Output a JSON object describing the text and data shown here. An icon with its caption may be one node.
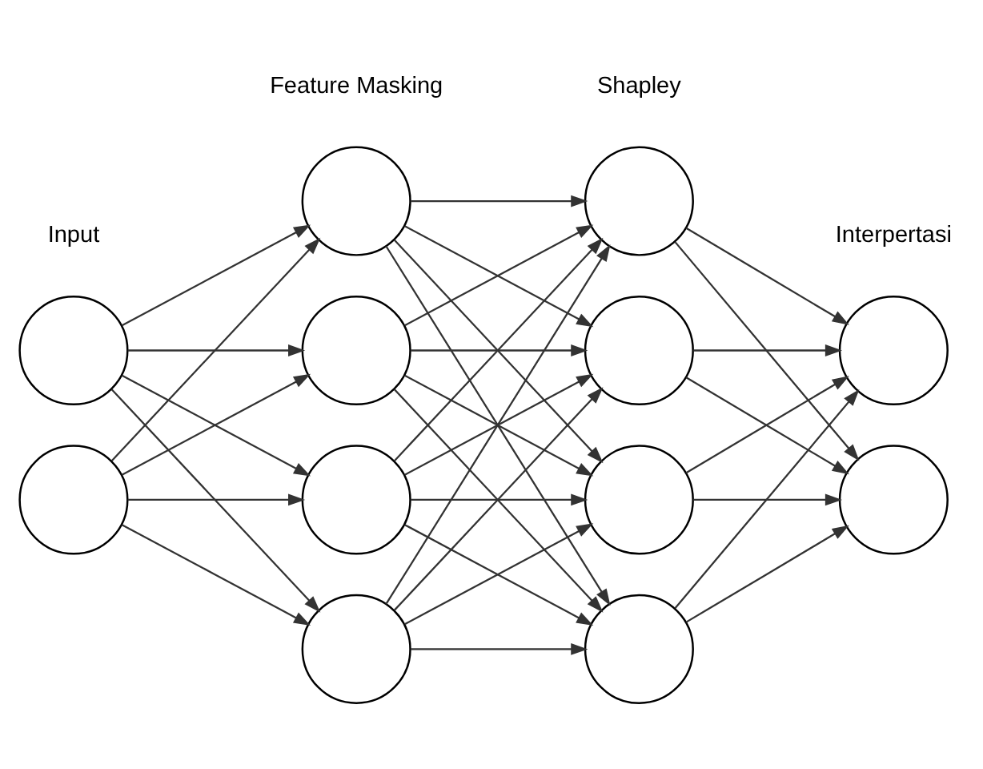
{
  "diagram": {
    "nodes": [
      {
        "text": [],
        "shape": "circle"
      },
      {
        "text": [],
        "shape": "circle"
      },
      {
        "text": [],
        "shape": "circle"
      },
      {
        "text": [],
        "shape": "circle"
      },
      {
        "text": [],
        "shape": "circle"
      },
      {
        "text": [],
        "shape": "circle"
      },
      {
        "text": [],
        "shape": "circle"
      },
      {
        "text": [],
        "shape": "circle"
      },
      {
        "text": [],
        "shape": "circle"
      },
      {
        "text": [],
        "shape": "circle"
      },
      {
        "text": [],
        "shape": "circle"
      },
      {
        "text": [],
        "shape": "circle"
      }
    ],
    "edges": [
      {
        "from": 0,
        "to": 2,
        "arrow": "to"
      },
      {
        "from": 0,
        "to": 3,
        "arrow": "to"
      },
      {
        "from": 0,
        "to": 4,
        "arrow": "to"
      },
      {
        "from": 0,
        "to": 5,
        "arrow": "to"
      },
      {
        "from": 1,
        "to": 2,
        "arrow": "to"
      },
      {
        "from": 1,
        "to": 3,
        "arrow": "to"
      },
      {
        "from": 1,
        "to": 4,
        "arrow": "to"
      },
      {
        "from": 1,
        "to": 5,
        "arrow": "to"
      },
      {
        "from": 2,
        "to": 6,
        "arrow": "to"
      },
      {
        "from": 2,
        "to": 7,
        "arrow": "to"
      },
      {
        "from": 2,
        "to": 8,
        "arrow": "to"
      },
      {
        "from": 2,
        "to": 9,
        "arrow": "to"
      },
      {
        "from": 3,
        "to": 6,
        "arrow": "to"
      },
      {
        "from": 3,
        "to": 7,
        "arrow": "to"
      },
      {
        "from": 3,
        "to": 8,
        "arrow": "to"
      },
      {
        "from": 3,
        "to": 9,
        "arrow": "to"
      },
      {
        "from": 4,
        "to": 6,
        "arrow": "to"
      },
      {
        "from": 4,
        "to": 7,
        "arrow": "to"
      },
      {
        "from": 4,
        "to": 8,
        "arrow": "to"
      },
      {
        "from": 4,
        "to": 9,
        "arrow": "to"
      },
      {
        "from": 5,
        "to": 6,
        "arrow": "to"
      },
      {
        "from": 5,
        "to": 7,
        "arrow": "to"
      },
      {
        "from": 5,
        "to": 8,
        "arrow": "to"
      },
      {
        "from": 5,
        "to": 9,
        "arrow": "to"
      },
      {
        "from": 6,
        "to": 10,
        "arrow": "to"
      },
      {
        "from": 6,
        "to": 11,
        "arrow": "to"
      },
      {
        "from": 7,
        "to": 10,
        "arrow": "to"
      },
      {
        "from": 7,
        "to": 11,
        "arrow": "to"
      },
      {
        "from": 8,
        "to": 10,
        "arrow": "to"
      },
      {
        "from": 8,
        "to": 11,
        "arrow": "to"
      },
      {
        "from": 9,
        "to": 10,
        "arrow": "to"
      },
      {
        "from": 9,
        "to": 11,
        "arrow": "to"
      }
    ],
    "labels": [
      "Input",
      "Feature Masking",
      "Shapley",
      "Interpertasi"
    ]
  }
}
